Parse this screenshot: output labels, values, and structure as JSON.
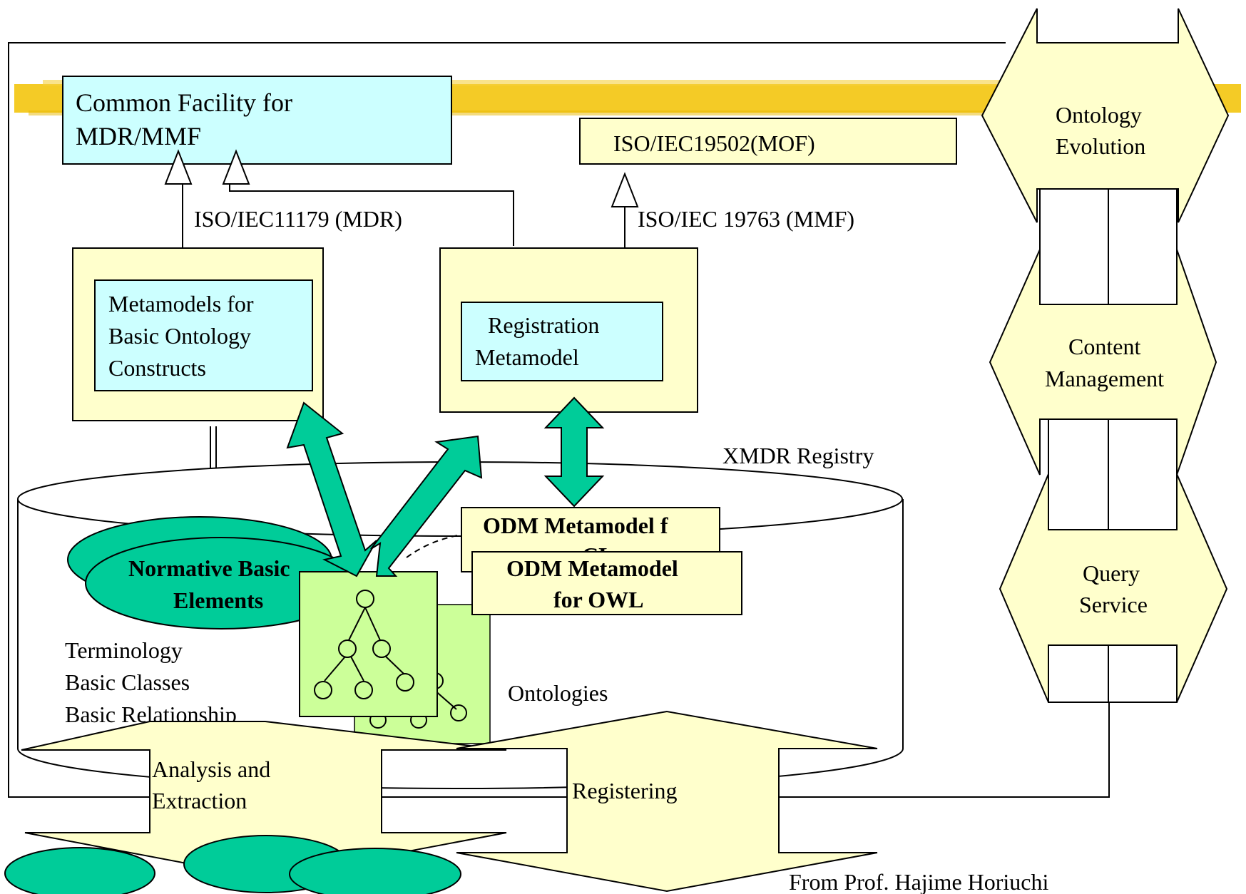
{
  "common_facility": {
    "line1": "Common Facility for",
    "line2": "MDR/MMF"
  },
  "iso_mof": "ISO/IEC19502(MOF)",
  "iso_mdr": "ISO/IEC11179 (MDR)",
  "iso_mmf": "ISO/IEC 19763 (MMF)",
  "metamodels_basic": {
    "line1": "Metamodels for",
    "line2": "Basic Ontology",
    "line3": "Constructs"
  },
  "registration_metamodel": {
    "line1": "Registration",
    "line2": "Metamodel"
  },
  "xmdr_registry": "XMDR Registry",
  "odm_cl": {
    "line1": "ODM Metamodel f",
    "line2": "CL"
  },
  "odm_owl": {
    "line1": "ODM Metamodel",
    "line2": "for OWL"
  },
  "normative": {
    "line1": "Normative Basic",
    "line2": "Elements"
  },
  "terminology_list": [
    "Terminology",
    "Basic Classes",
    "Basic Relationship"
  ],
  "ontologies": "Ontologies",
  "analysis": {
    "line1": "Analysis  and",
    "line2": "Extraction"
  },
  "registering": "Registering",
  "side_arrows": {
    "ontology_evolution": {
      "line1": "Ontology",
      "line2": "Evolution"
    },
    "content_management": {
      "line1": "Content",
      "line2": "Management"
    },
    "query_service": {
      "line1": "Query",
      "line2": "Service"
    }
  },
  "credit": "From Prof. Hajime Horiuchi",
  "colors": {
    "cyan": "#CCFFFF",
    "cream": "#FFFFCC",
    "green": "#00CC99",
    "lightgreen": "#CCFF99",
    "gold": "#F2C200"
  }
}
